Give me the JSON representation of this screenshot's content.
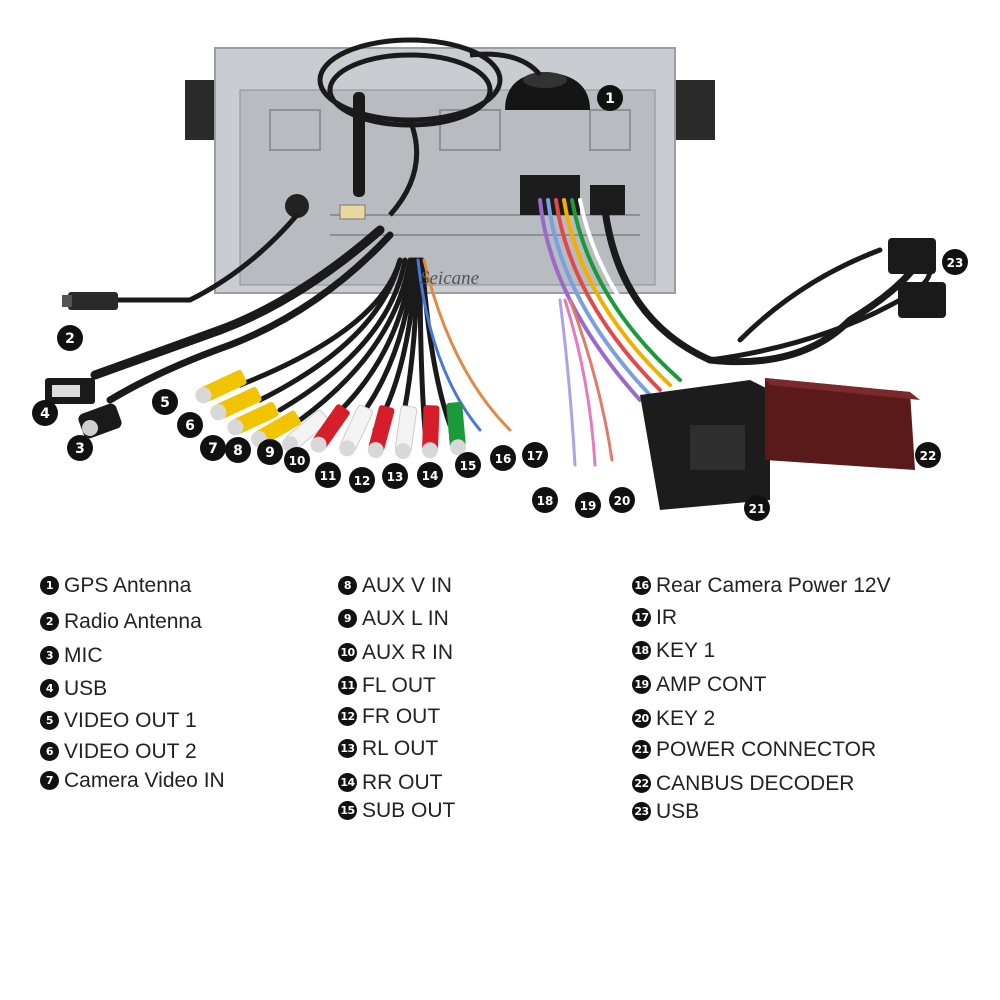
{
  "brand": "Seicane",
  "callouts": [
    "1",
    "2",
    "3",
    "4",
    "5",
    "6",
    "7",
    "8",
    "9",
    "10",
    "11",
    "12",
    "13",
    "14",
    "15",
    "16",
    "17",
    "18",
    "19",
    "20",
    "21",
    "22",
    "23"
  ],
  "legend": [
    {
      "num": "1",
      "label": "GPS Antenna"
    },
    {
      "num": "2",
      "label": "Radio Antenna"
    },
    {
      "num": "3",
      "label": "MIC"
    },
    {
      "num": "4",
      "label": "USB"
    },
    {
      "num": "5",
      "label": "VIDEO OUT 1"
    },
    {
      "num": "6",
      "label": "VIDEO OUT 2"
    },
    {
      "num": "7",
      "label": "Camera Video IN"
    },
    {
      "num": "8",
      "label": "AUX V IN"
    },
    {
      "num": "9",
      "label": "AUX L IN"
    },
    {
      "num": "10",
      "label": "AUX R IN"
    },
    {
      "num": "11",
      "label": "FL OUT"
    },
    {
      "num": "12",
      "label": "FR OUT"
    },
    {
      "num": "13",
      "label": "RL OUT"
    },
    {
      "num": "14",
      "label": "RR OUT"
    },
    {
      "num": "15",
      "label": "SUB OUT"
    },
    {
      "num": "16",
      "label": "Rear Camera Power 12V"
    },
    {
      "num": "17",
      "label": "IR"
    },
    {
      "num": "18",
      "label": "KEY 1"
    },
    {
      "num": "19",
      "label": "AMP CONT"
    },
    {
      "num": "20",
      "label": "KEY 2"
    },
    {
      "num": "21",
      "label": "POWER CONNECTOR"
    },
    {
      "num": "22",
      "label": "CANBUS DECODER"
    },
    {
      "num": "23",
      "label": "USB"
    }
  ]
}
